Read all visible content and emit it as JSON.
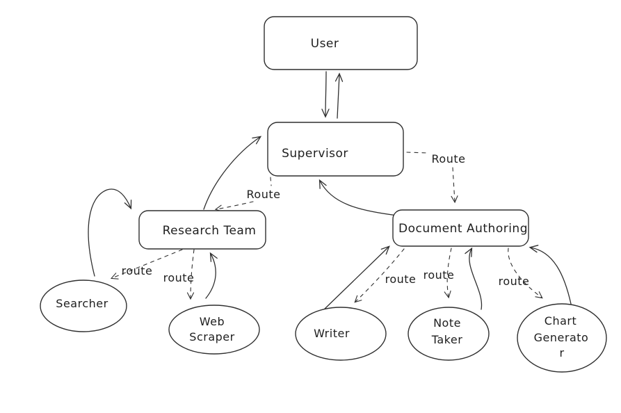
{
  "diagram": {
    "background": "#ffffff",
    "stroke_color": "#2f2f2f",
    "text_color": "#1e1e1e",
    "nodes": {
      "user": {
        "label": "User",
        "shape": "rounded-rect"
      },
      "supervisor": {
        "label": "Supervisor",
        "shape": "rounded-rect"
      },
      "research_team": {
        "label": "Research Team",
        "shape": "rounded-rect"
      },
      "document_authoring": {
        "label": "Document Authoring",
        "shape": "rounded-rect"
      },
      "searcher": {
        "label": "Searcher",
        "shape": "ellipse"
      },
      "web_scraper": {
        "label": "Web Scraper",
        "shape": "ellipse",
        "line1": "Web",
        "line2": "Scraper"
      },
      "writer": {
        "label": "Writer",
        "shape": "ellipse"
      },
      "note_taker": {
        "label": "Note Taker",
        "shape": "ellipse",
        "line1": "Note",
        "line2": "Taker"
      },
      "chart_generator": {
        "label": "Chart Generator",
        "shape": "ellipse",
        "line1": "Chart",
        "line2": "Generato",
        "line3": "r"
      }
    },
    "edge_labels": {
      "supervisor_to_research_team": "Route",
      "supervisor_to_document_authoring": "Route",
      "research_team_to_searcher": "route",
      "research_team_to_web_scraper": "route",
      "document_authoring_to_writer": "route",
      "document_authoring_to_note_taker": "route",
      "document_authoring_to_chart_generator": "route"
    },
    "edges": [
      {
        "from": "user",
        "to": "supervisor",
        "style": "solid"
      },
      {
        "from": "supervisor",
        "to": "user",
        "style": "solid"
      },
      {
        "from": "research_team",
        "to": "supervisor",
        "style": "solid"
      },
      {
        "from": "supervisor",
        "to": "research_team",
        "style": "dashed",
        "label": "Route"
      },
      {
        "from": "supervisor",
        "to": "document_authoring",
        "style": "dashed",
        "label": "Route"
      },
      {
        "from": "document_authoring",
        "to": "supervisor",
        "style": "solid"
      },
      {
        "from": "searcher",
        "to": "research_team",
        "style": "solid"
      },
      {
        "from": "research_team",
        "to": "searcher",
        "style": "dashed",
        "label": "route"
      },
      {
        "from": "research_team",
        "to": "web_scraper",
        "style": "dashed",
        "label": "route"
      },
      {
        "from": "web_scraper",
        "to": "research_team",
        "style": "solid"
      },
      {
        "from": "writer",
        "to": "document_authoring",
        "style": "solid"
      },
      {
        "from": "document_authoring",
        "to": "writer",
        "style": "dashed",
        "label": "route"
      },
      {
        "from": "note_taker",
        "to": "document_authoring",
        "style": "solid"
      },
      {
        "from": "document_authoring",
        "to": "note_taker",
        "style": "dashed",
        "label": "route"
      },
      {
        "from": "chart_generator",
        "to": "document_authoring",
        "style": "solid"
      },
      {
        "from": "document_authoring",
        "to": "chart_generator",
        "style": "dashed",
        "label": "route"
      }
    ]
  }
}
